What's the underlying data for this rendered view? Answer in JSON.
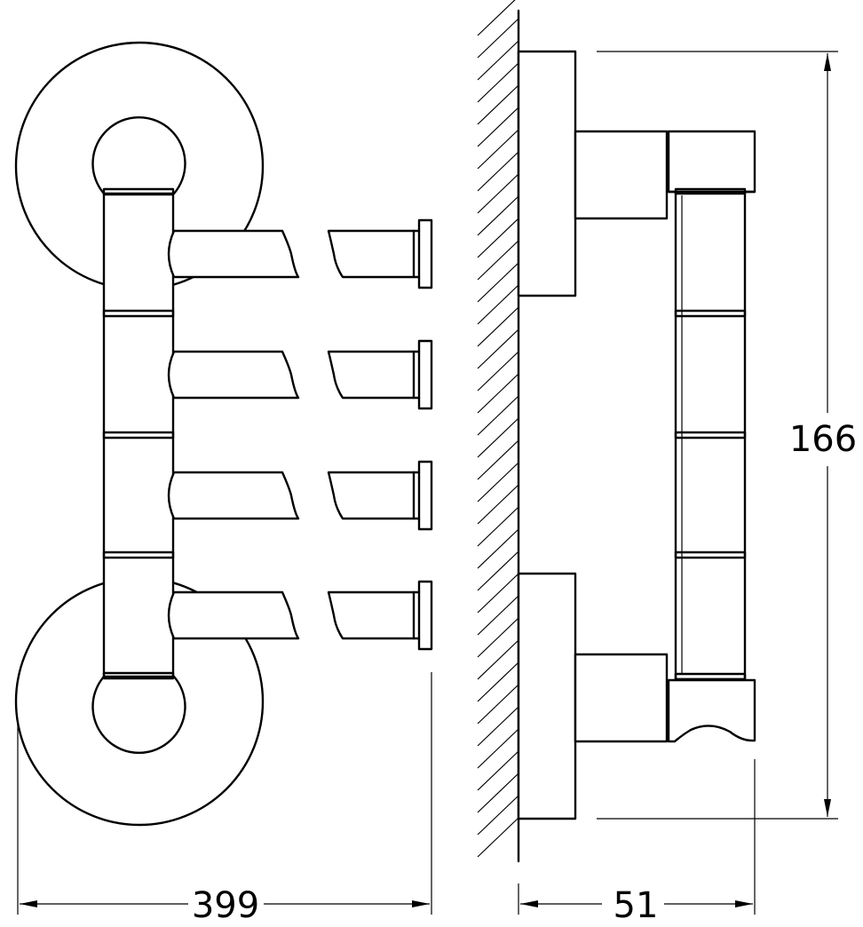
{
  "drawing": {
    "dimensions": {
      "width_front": "399",
      "depth_side": "51",
      "height_side": "166"
    },
    "arm_count": 4,
    "line_color": "#000000",
    "background": "#ffffff"
  }
}
